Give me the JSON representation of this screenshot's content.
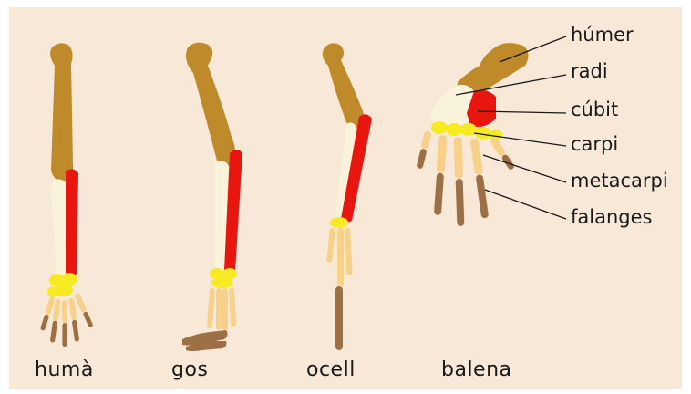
{
  "colors": {
    "humerus": "#bf8a2a",
    "radius": "#faf3dc",
    "ulna": "#e8160f",
    "carpals": "#f6ea22",
    "metacarpals": "#f7d18a",
    "phalanges": "#9c7044",
    "background": "#f8e8d8"
  },
  "species": {
    "human": "humà",
    "dog": "gos",
    "bird": "ocell",
    "whale": "balena"
  },
  "parts": {
    "humerus": "húmer",
    "radius": "radi",
    "ulna": "cúbit",
    "carpals": "carpi",
    "metacarpals": "metacarpi",
    "phalanges": "falanges"
  }
}
